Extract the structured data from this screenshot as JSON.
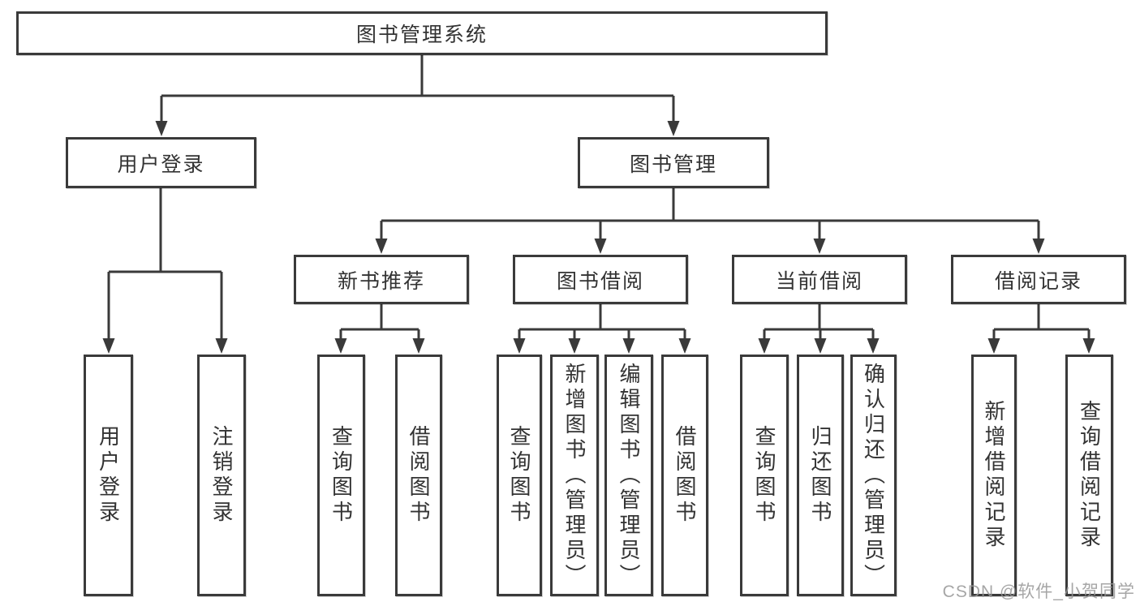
{
  "diagram_type": "hierarchy-tree",
  "nodes": {
    "root": "图书管理系统",
    "l2": {
      "user_login": "用户登录",
      "book_mgmt": "图书管理"
    },
    "l3": {
      "new_books": "新书推荐",
      "book_borrow": "图书借阅",
      "current_borrow": "当前借阅",
      "borrow_records": "借阅记录"
    },
    "leaves": {
      "user_login": [
        "用户登录",
        "注销登录"
      ],
      "new_books": [
        "查询图书",
        "借阅图书"
      ],
      "book_borrow": [
        "查询图书",
        "新增图书（管理员）",
        "编辑图书（管理员）",
        "借阅图书"
      ],
      "current_borrow": [
        "查询图书",
        "归还图书",
        "确认归还（管理员）"
      ],
      "borrow_records": [
        "新增借阅记录",
        "查询借阅记录"
      ]
    }
  },
  "watermark": "CSDN @软件_小贺同学",
  "colors": {
    "line": "#3a3a3a",
    "text": "#333333",
    "box_fill": "#ffffff",
    "background": "#ffffff",
    "watermark": "#969696"
  }
}
